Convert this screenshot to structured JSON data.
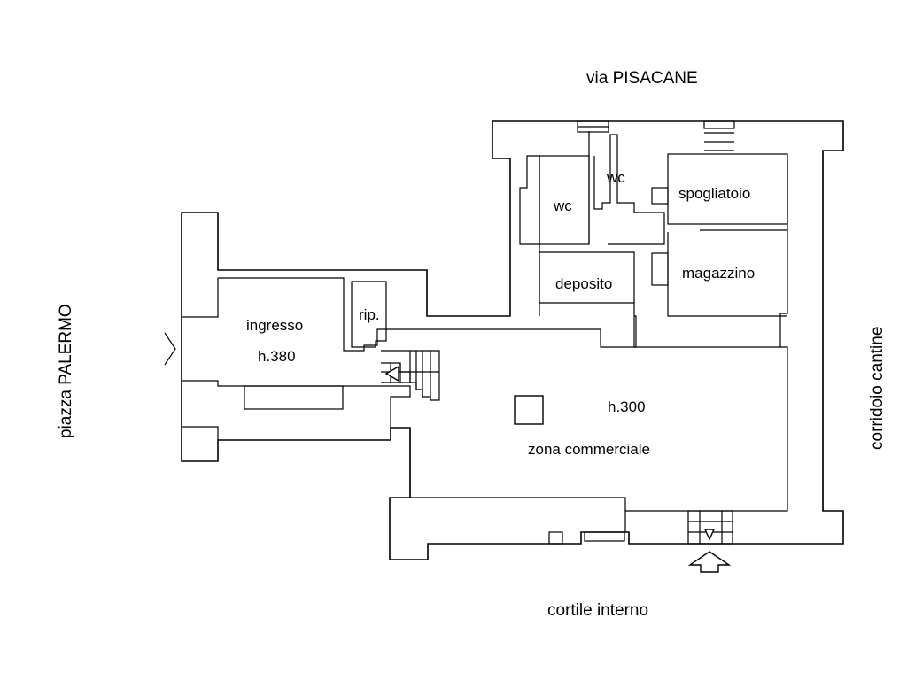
{
  "streets": {
    "top": "via PISACANE",
    "left": "piazza PALERMO",
    "right": "corridoio cantine",
    "bottom": "cortile interno"
  },
  "rooms": {
    "wc1": "wc",
    "wc2": "wc",
    "spogliatoio": "spogliatoio",
    "deposito": "deposito",
    "magazzino": "magazzino",
    "ingresso": "ingresso",
    "ingresso_height": "h.380",
    "rip": "rip.",
    "zona_height": "h.300",
    "zona": "zona commerciale"
  }
}
